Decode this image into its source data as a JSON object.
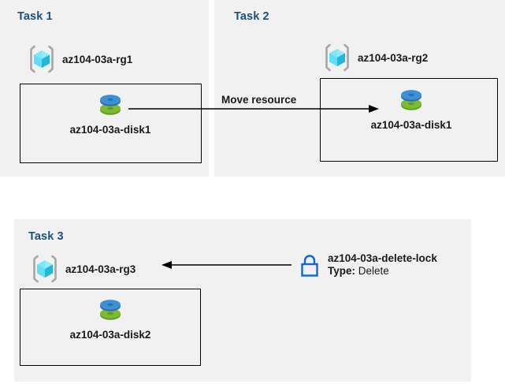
{
  "diagram": {
    "title_color": "#1a5180",
    "panel_background": "#f1f1f1",
    "page_background": "#ffffff"
  },
  "panels": [
    {
      "id": "task1",
      "title": "Task 1",
      "resource_group": {
        "label": "az104-03a-rg1",
        "icon": "resource-group-icon"
      },
      "resource": {
        "label": "az104-03a-disk1",
        "icon": "managed-disk-icon"
      }
    },
    {
      "id": "task2",
      "title": "Task 2",
      "resource_group": {
        "label": "az104-03a-rg2",
        "icon": "resource-group-icon"
      },
      "resource": {
        "label": "az104-03a-disk1",
        "icon": "managed-disk-icon"
      }
    },
    {
      "id": "task3",
      "title": "Task 3",
      "resource_group": {
        "label": "az104-03a-rg3",
        "icon": "resource-group-icon"
      },
      "resource": {
        "label": "az104-03a-disk2",
        "icon": "managed-disk-icon"
      }
    }
  ],
  "connectors": [
    {
      "id": "move-resource",
      "label": "Move resource",
      "direction": "right",
      "icon": "arrow-right-icon"
    },
    {
      "id": "lock-applies-to-rg",
      "label": "",
      "direction": "left",
      "icon": "arrow-left-icon"
    }
  ],
  "lock": {
    "icon": "lock-icon",
    "name": "az104-03a-delete-lock",
    "type_key": "Type:",
    "type_value": "Delete",
    "icon_color": "#1267d6"
  },
  "icon_colors": {
    "resource_group_cube_light": "#7fe6f7",
    "resource_group_cube_mid": "#4fd8ef",
    "resource_group_cube_dark": "#23b6d6",
    "resource_group_bracket": "#a6a6a6",
    "disk_blue": "#3d8fd6",
    "disk_blue_dark": "#2f6fb0",
    "disk_green": "#7cbb2f",
    "disk_green_dark": "#5f9b20"
  }
}
